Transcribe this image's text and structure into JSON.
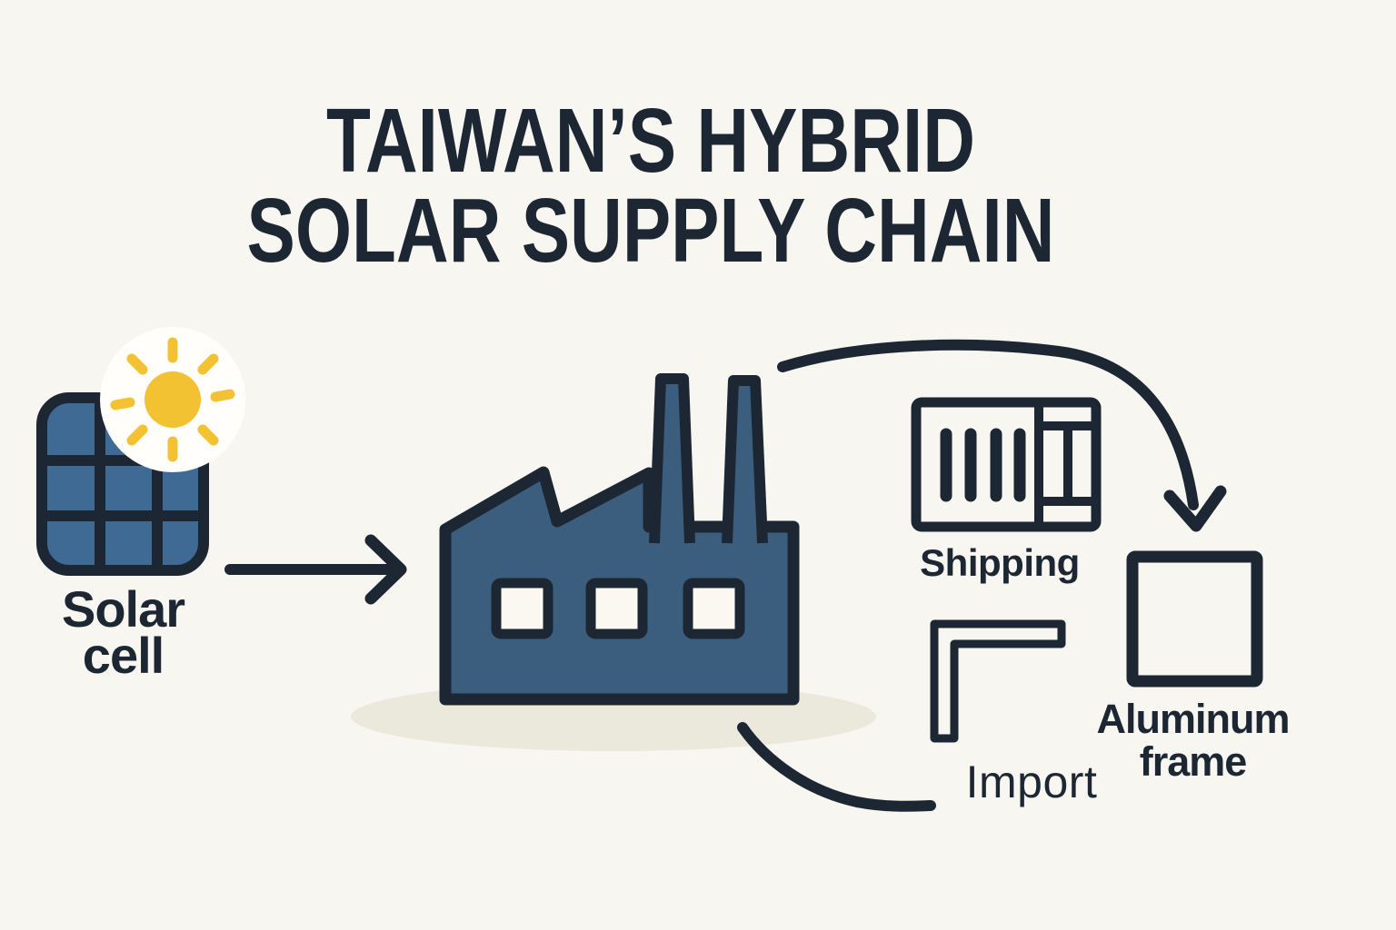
{
  "title": {
    "line1": "TAIWAN’S HYBRID",
    "line2": "SOLAR SUPPLY CHAIN"
  },
  "nodes": {
    "solar_cell": {
      "icon": "solar-panel-sun-icon",
      "label_line1": "Solar",
      "label_line2": "cell"
    },
    "factory": {
      "icon": "factory-icon"
    },
    "shipping": {
      "icon": "shipping-container-icon",
      "label": "Shipping"
    },
    "import": {
      "icon": "corner-bracket-icon",
      "label": "Import"
    },
    "aluminum_frame": {
      "icon": "square-frame-icon",
      "label_line1": "Aluminum",
      "label_line2": "frame"
    }
  },
  "connections": [
    {
      "from": "solar-cell",
      "to": "factory",
      "style": "straight-arrow"
    },
    {
      "from": "factory",
      "to": "aluminum-frame",
      "style": "curved-arrow-over-shipping"
    },
    {
      "from": "factory",
      "to": "import",
      "style": "curved-line"
    }
  ],
  "colors": {
    "background": "#f8f6f1",
    "ink": "#1d2733",
    "panel_blue": "#3f6a93",
    "factory_blue": "#3c5e7e",
    "sun_yellow": "#f2c233",
    "shadow_beige": "#ebe8dc",
    "window_white": "#fbf8f2",
    "halo_white": "#fffefb"
  }
}
